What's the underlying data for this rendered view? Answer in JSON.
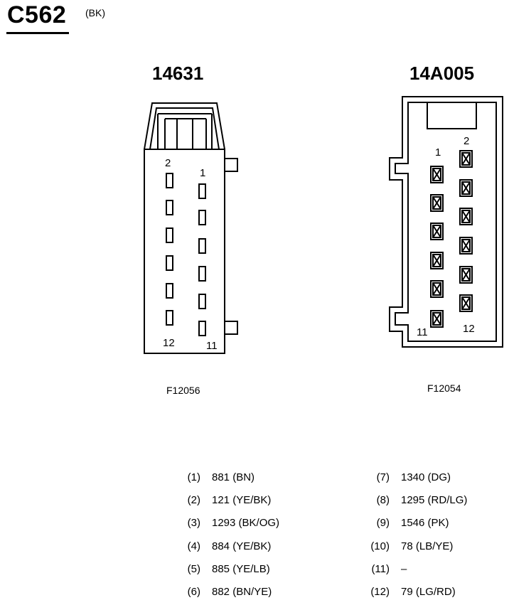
{
  "header": {
    "title": "C562",
    "color_code": "(BK)"
  },
  "connectors": [
    {
      "part_number": "14631",
      "figure_id": "F12056",
      "pin_labels": {
        "top_left": "2",
        "top_right": "1",
        "bottom_left": "12",
        "bottom_right": "11"
      }
    },
    {
      "part_number": "14A005",
      "figure_id": "F12054",
      "pin_labels": {
        "top_left": "1",
        "top_right": "2",
        "bottom_left": "11",
        "bottom_right": "12"
      }
    }
  ],
  "legend": [
    {
      "num": "(1)",
      "value": "881 (BN)"
    },
    {
      "num": "(2)",
      "value": "121 (YE/BK)"
    },
    {
      "num": "(3)",
      "value": "1293 (BK/OG)"
    },
    {
      "num": "(4)",
      "value": "884 (YE/BK)"
    },
    {
      "num": "(5)",
      "value": "885 (YE/LB)"
    },
    {
      "num": "(6)",
      "value": "882 (BN/YE)"
    },
    {
      "num": "(7)",
      "value": "1340 (DG)"
    },
    {
      "num": "(8)",
      "value": "1295 (RD/LG)"
    },
    {
      "num": "(9)",
      "value": "1546 (PK)"
    },
    {
      "num": "(10)",
      "value": "78 (LB/YE)"
    },
    {
      "num": "(11)",
      "value": "–"
    },
    {
      "num": "(12)",
      "value": "79 (LG/RD)"
    }
  ]
}
